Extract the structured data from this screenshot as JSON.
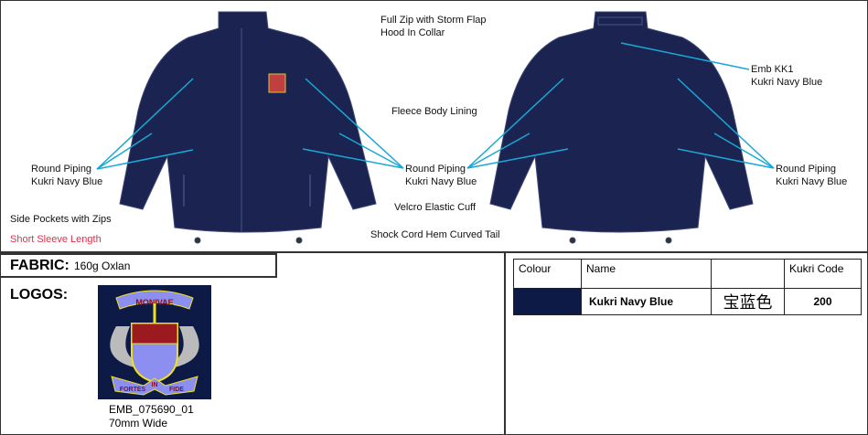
{
  "callouts": {
    "zip": "Full Zip with Storm Flap",
    "hood": "Hood In Collar",
    "fleece": "Fleece Body Lining",
    "piping_front_left": [
      "Round Piping",
      "Kukri Navy Blue"
    ],
    "piping_front_right": [
      "Round Piping",
      "Kukri Navy Blue"
    ],
    "piping_back_left": [
      "Round Piping",
      "Kukri Navy Blue"
    ],
    "piping_back_right": [
      "Round Piping",
      "Kukri Navy Blue"
    ],
    "emb": [
      "Emb KK1",
      "Kukri Navy Blue"
    ],
    "pockets": "Side Pockets with Zips",
    "sleeve": "Short Sleeve Length",
    "cuff": "Velcro Elastic Cuff",
    "hem": "Shock Cord Hem Curved Tail"
  },
  "fabric": {
    "label": "FABRIC:",
    "value": "160g Oxlan"
  },
  "logos": {
    "label": "LOGOS:",
    "logo_text": [
      "MONIVAE",
      "FORTES",
      "IN",
      "FIDE"
    ],
    "code": "EMB_075690_01",
    "size": "70mm Wide"
  },
  "colour_table": {
    "headers": [
      "Colour",
      "Name",
      "",
      "Kukri Code"
    ],
    "rows": [
      {
        "swatch": "#0d1a45",
        "name": "Kukri Navy Blue",
        "chinese": "宝蓝色",
        "code": "200"
      }
    ]
  },
  "colors": {
    "navy": "#1b2450",
    "piping": "#1aa7d6",
    "accent_red": "#e0304a"
  }
}
